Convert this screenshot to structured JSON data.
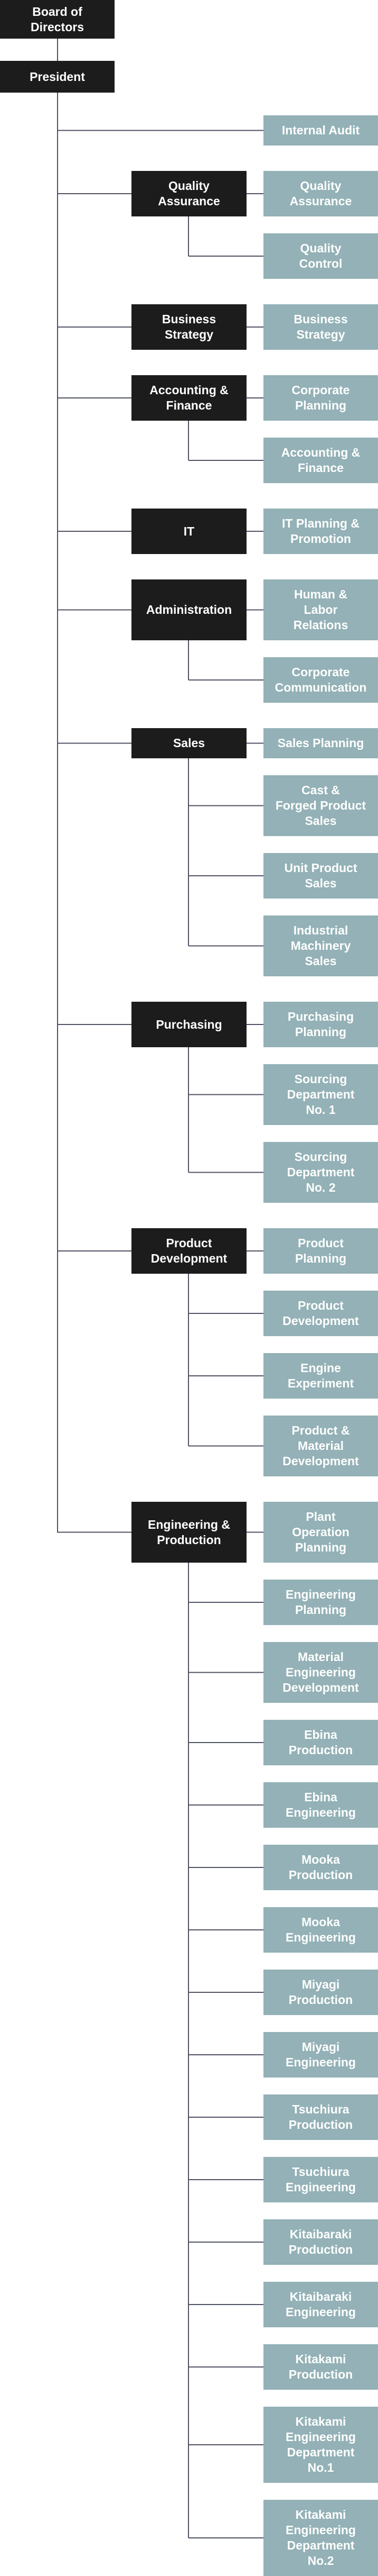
{
  "top": {
    "board": "Board of\nDirectors",
    "president": "President"
  },
  "colors": {
    "executive": "#1c1c1c",
    "division": "#1c1c1c",
    "department": "#93b1b6",
    "line": "#4f5263"
  },
  "sections": [
    {
      "head": null,
      "units": [
        "Internal Audit"
      ]
    },
    {
      "head": "Quality\nAssurance",
      "units": [
        "Quality\nAssurance",
        "Quality\nControl"
      ]
    },
    {
      "head": "Business\nStrategy",
      "units": [
        "Business\nStrategy"
      ]
    },
    {
      "head": "Accounting &\nFinance",
      "units": [
        "Corporate\nPlanning",
        "Accounting &\nFinance"
      ]
    },
    {
      "head": "IT",
      "units": [
        "IT Planning &\nPromotion"
      ]
    },
    {
      "head": "Administration",
      "units": [
        "Human &\nLabor\nRelations",
        "Corporate\nCommunication"
      ]
    },
    {
      "head": "Sales",
      "units": [
        "Sales Planning",
        "Cast &\nForged Product\nSales",
        "Unit Product\nSales",
        "Industrial\nMachinery\nSales"
      ]
    },
    {
      "head": "Purchasing",
      "units": [
        "Purchasing\nPlanning",
        "Sourcing\nDepartment\nNo. 1",
        "Sourcing\nDepartment\nNo. 2"
      ]
    },
    {
      "head": "Product\nDevelopment",
      "units": [
        "Product\nPlanning",
        "Product\nDevelopment",
        "Engine\nExperiment",
        "Product &\nMaterial\nDevelopment"
      ]
    },
    {
      "head": "Engineering &\nProduction",
      "units": [
        "Plant\nOperation\nPlanning",
        "Engineering\nPlanning",
        "Material\nEngineering\nDevelopment",
        "Ebina\nProduction",
        "Ebina\nEngineering",
        "Mooka\nProduction",
        "Mooka\nEngineering",
        "Miyagi\nProduction",
        "Miyagi\nEngineering",
        "Tsuchiura\nProduction",
        "Tsuchiura\nEngineering",
        "Kitaibaraki\nProduction",
        "Kitaibaraki\nEngineering",
        "Kitakami\nProduction",
        "Kitakami\nEngineering\nDepartment\nNo.1",
        "Kitakami\nEngineering\nDepartment\nNo.2"
      ]
    }
  ]
}
